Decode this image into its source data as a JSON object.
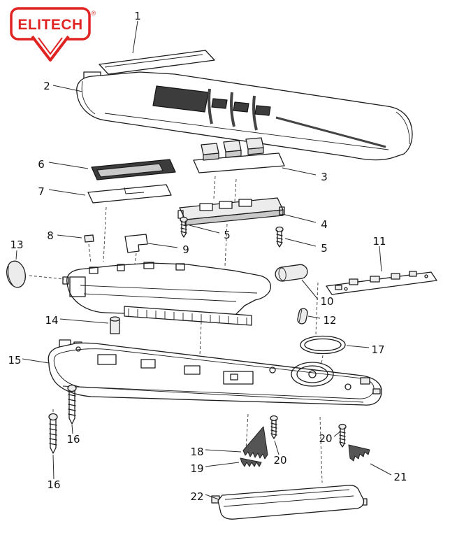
{
  "brand": {
    "logo_text": "ELITECH",
    "registered_mark": "®",
    "logo_color": "#e02424"
  },
  "diagram": {
    "type": "exploded-parts-diagram",
    "line_color": "#1c1c1c",
    "callouts": [
      {
        "label": "1"
      },
      {
        "label": "2"
      },
      {
        "label": "3"
      },
      {
        "label": "4"
      },
      {
        "label": "5"
      },
      {
        "label": "5"
      },
      {
        "label": "6"
      },
      {
        "label": "7"
      },
      {
        "label": "8"
      },
      {
        "label": "9"
      },
      {
        "label": "10"
      },
      {
        "label": "11"
      },
      {
        "label": "12"
      },
      {
        "label": "13"
      },
      {
        "label": "14"
      },
      {
        "label": "15"
      },
      {
        "label": "16"
      },
      {
        "label": "16"
      },
      {
        "label": "17"
      },
      {
        "label": "18"
      },
      {
        "label": "19"
      },
      {
        "label": "20"
      },
      {
        "label": "20"
      },
      {
        "label": "21"
      },
      {
        "label": "22"
      }
    ]
  }
}
